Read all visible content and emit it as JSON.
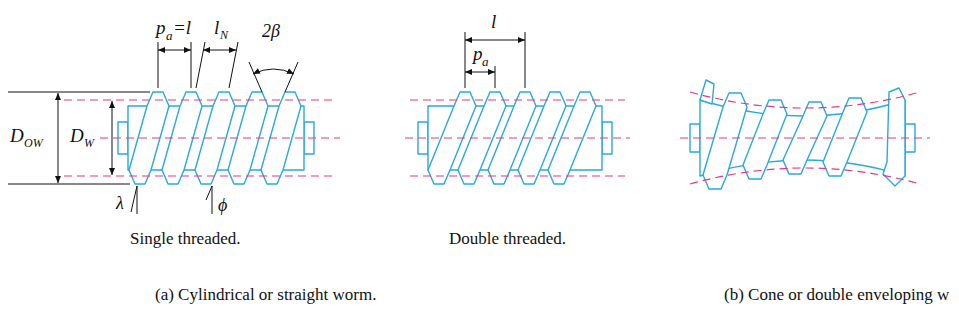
{
  "diagram": {
    "labels": [
      "p",
      "a",
      "=l",
      "l",
      "N",
      "2β",
      "D",
      "OW",
      "D",
      "W",
      "λ",
      "ϕ",
      "Single threaded.",
      "l",
      "p",
      "a",
      "Double threaded.",
      "(a) Cylindrical or straight worm.",
      "(b) Cone or double enveloping w"
    ]
  }
}
